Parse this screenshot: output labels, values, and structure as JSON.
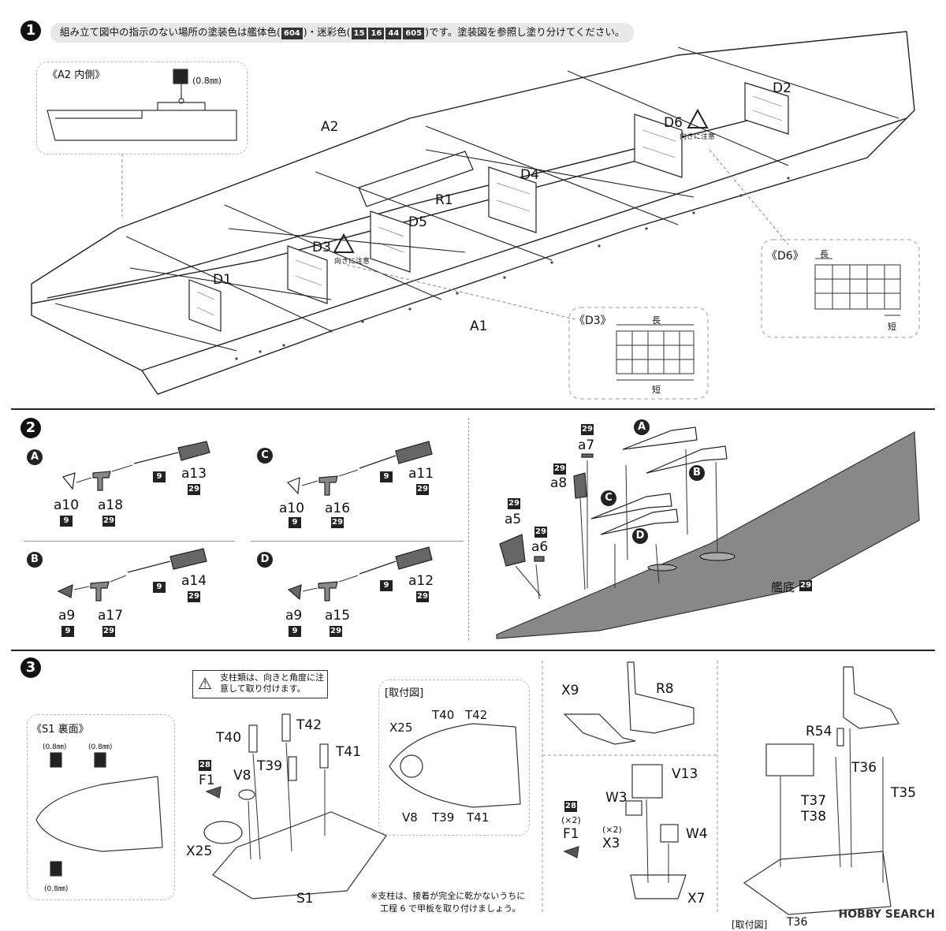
{
  "step1": {
    "badge": "1",
    "note_pre": "組み立て図中の指示のない場所の塗装色は艦体色(",
    "c604": "604",
    "note_mid": ")・迷彩色(",
    "c15": "15",
    "c16": "16",
    "c44": "44",
    "c605": "605",
    "note_post": ")です。塗装図を参照し塗り分けてください。",
    "inset_a2_title": "《A2 内側》",
    "drill_08": "(0.8㎜)",
    "labels": {
      "A2": "A2",
      "A1": "A1",
      "R1": "R1",
      "D1": "D1",
      "D2": "D2",
      "D3": "D3",
      "D4": "D4",
      "D5": "D5",
      "D6": "D6"
    },
    "caution": "向きに注意",
    "inset_d3_title": "《D3》",
    "inset_d6_title": "《D6》",
    "long": "長",
    "short": "短"
  },
  "step2": {
    "badge": "2",
    "groups": [
      {
        "mark": "A",
        "rod_color": "9",
        "arm": "a13",
        "arm_color": "29",
        "tip": "a10",
        "tip_color": "9",
        "mid": "a18",
        "mid_color": "29"
      },
      {
        "mark": "C",
        "rod_color": "9",
        "arm": "a11",
        "arm_color": "29",
        "tip": "a10",
        "tip_color": "9",
        "mid": "a16",
        "mid_color": "29"
      },
      {
        "mark": "B",
        "rod_color": "9",
        "arm": "a14",
        "arm_color": "29",
        "tip": "a9",
        "tip_color": "9",
        "mid": "a17",
        "mid_color": "29"
      },
      {
        "mark": "D",
        "rod_color": "9",
        "arm": "a12",
        "arm_color": "29",
        "tip": "a9",
        "tip_color": "9",
        "mid": "a15",
        "mid_color": "29"
      }
    ],
    "assembly": {
      "a7": "a7",
      "a7_color": "29",
      "a8": "a8",
      "a8_color": "29",
      "a5": "a5",
      "a5_color": "29",
      "a6": "a6",
      "a6_color": "29",
      "hull_bottom": "艦底",
      "hull_color": "29",
      "marks": [
        "A",
        "B",
        "C",
        "D"
      ]
    }
  },
  "step3": {
    "badge": "3",
    "caution_note": "支柱類は、向きと角度に注意して取り付けます。",
    "s1_back_title": "《S1 裏面》",
    "drill_a": "(0.8㎜)",
    "drill_b": "(0.8㎜)",
    "drill_c": "(0.8㎜)",
    "parts": {
      "T40": "T40",
      "T42": "T42",
      "T39": "T39",
      "T41": "T41",
      "V8": "V8",
      "F1": "F1",
      "F1_color": "28",
      "X25": "X25",
      "S1": "S1"
    },
    "mount_title": "[取付図]",
    "mount_labels": {
      "X25": "X25",
      "T40": "T40",
      "T42": "T42",
      "V8": "V8",
      "T39": "T39",
      "T41": "T41"
    },
    "footnote_line1": "※支柱は、接着が完全に乾かないうちに",
    "footnote_line2": "工程 6 で甲板を取り付けましょう。",
    "right": {
      "X9": "X9",
      "R8": "R8",
      "V13": "V13",
      "W3": "W3",
      "W4": "W4",
      "X3": "X3",
      "x2a": "(×2)",
      "x2b": "(×2)",
      "F1": "F1",
      "F1_color": "28",
      "X7": "X7",
      "R54": "R54",
      "T36": "T36",
      "T35": "T35",
      "T37": "T37",
      "T38": "T38",
      "mount_title2": "[取付図]",
      "T36b": "T36"
    }
  },
  "watermark": "HOBBY SEARCH"
}
